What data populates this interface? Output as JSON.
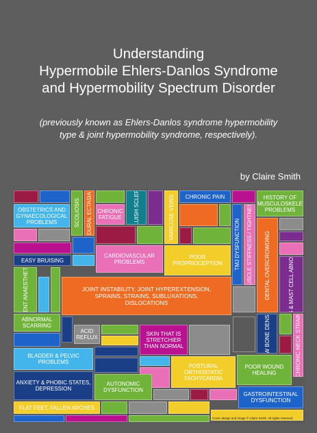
{
  "title_lines": [
    "Understanding",
    "Hypermobile Ehlers-Danlos Syndrome",
    "and Hypermobility Spectrum Disorder"
  ],
  "subtitle_lines": [
    "(previously known as Ehlers-Danlos syndrome hypermobility",
    "type & joint hypermobility syndrome, respectively)."
  ],
  "author": "by Claire Smith",
  "credit": "Cover design and image © Claire Smith. All rights reserved",
  "labels": {
    "obstetrics": "OBSTETRICS AND GYNAECOLOGICAL PROBLEMS",
    "scoliosis": "SCOLIOSIS",
    "dural_ectasia": "DURAL ECTASIA",
    "chronic_fatigue": "CHRONIC FATIGUE",
    "bluish_sclera": "BLUISH SCLERA",
    "varicose_veins": "VARICOSE VEINS",
    "chronic_pain": "CHRONIC PAIN",
    "history_msk": "HISTORY OF MUSCULOSKELE PROBLEMS",
    "tmj": "TMJ DYSFUNCTION",
    "muscle_stiffness": "MUSCLE STIFFNESS / TIGHTNESS",
    "dental": "DENTAL OVERCROWDING",
    "allergies": "ALLERGIES & MAST CELL ABNORMALITIES",
    "easy_bruising": "EASY BRUISING",
    "cardiovascular": "CARDIOVASCULAR PROBLEMS",
    "poor_proprioception": "POOR PROPRIOCEPTION",
    "insufficient_anaesthetic": "INSUFFICIENT ANAESTHETIC RELIEF",
    "joint_instability": "JOINT INSTABILITY, JOINT HYPEREXTENSION, SPRAINS, STRAINS, SUBLUXATIONS, DISLOCATIONS",
    "abnormal_scarring": "ABNORMAL SCARRING",
    "acid_reflux": "ACID REFLUX",
    "skin_stretchier": "SKIN THAT IS STRETCHIER THAN NORMAL",
    "low_bone_density": "LOW BONE DENSITY",
    "chronic_neck_strain": "CHRONIC NECK STRAIN",
    "bladder_pelvic": "BLADDER & PELVIC PROBLEMS",
    "postural_tachycardia": "POSTURAL ORTHOSTATIC TACHYCARDIA",
    "poor_wound_healing": "POOR WOUND HEALING",
    "anxiety_phobic": "ANXIETY & PHOBIC STATES, DEPRESSION",
    "autonomic_dysfunction": "AUTONOMIC DYSFUNCTION",
    "gastrointestinal": "GASTROINTESTINAL DYSFUNCTION",
    "flat_feet": "FLAT FEET, FALLEN ARCHES"
  },
  "colors": {
    "background": "#5e5e5e",
    "magenta": "#b9118f",
    "blue": "#1d63c9",
    "sky": "#43b5ea",
    "green": "#6fb33a",
    "orange": "#ef6b22",
    "yellow": "#f3cd2a",
    "teal": "#127f8f",
    "navy": "#1b3f86",
    "purple": "#7a2d8e",
    "pink": "#e96fb6",
    "crimson": "#9b1b44"
  }
}
